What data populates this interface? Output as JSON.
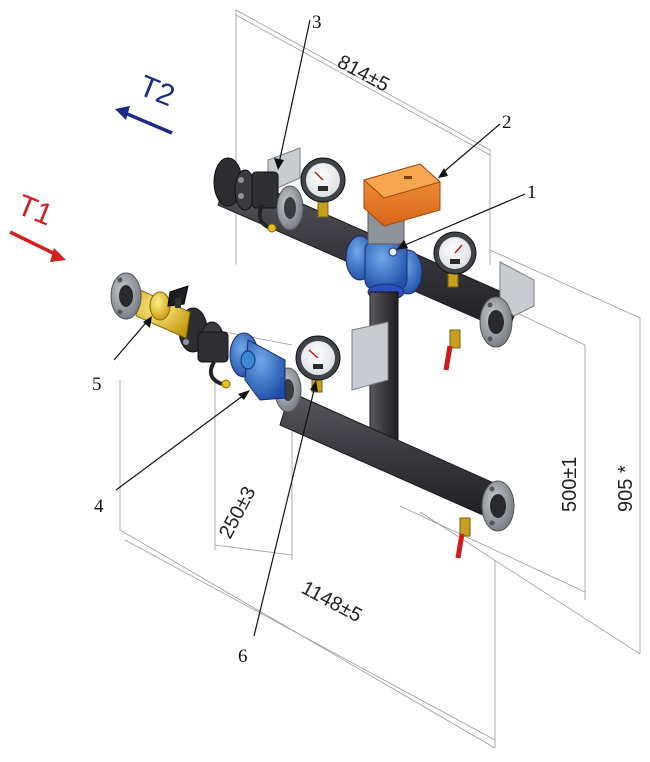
{
  "flows": {
    "t2": {
      "label": "T2",
      "color": "#1a2a8a"
    },
    "t1": {
      "label": "T1",
      "color": "#d42020"
    }
  },
  "dimensions": {
    "top": "814±5",
    "bottom": "1148±5",
    "depth": "250±3",
    "height_inner": "500±1",
    "height_outer": "905 *"
  },
  "callouts": [
    "1",
    "2",
    "3",
    "4",
    "5",
    "6"
  ],
  "colors": {
    "pipe": "#35353a",
    "actuator": "#f07a1e",
    "valve_blue": "#2a4fc0",
    "pump_blue": "#3a8ad0",
    "brass": "#e6c020",
    "flange": "#8f949c",
    "handle_red": "#d01a1a"
  }
}
